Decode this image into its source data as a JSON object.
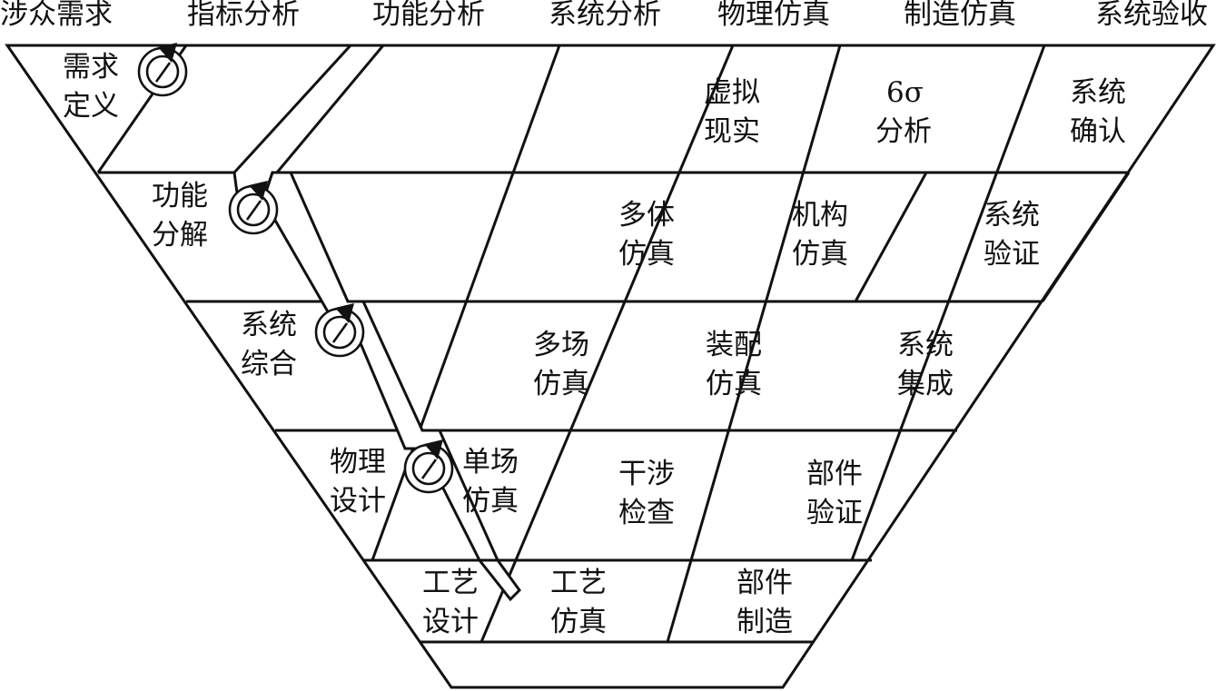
{
  "header": {
    "columns": [
      "涉众需求",
      "指标分析",
      "功能分析",
      "系统分析",
      "物理仿真",
      "制造仿真",
      "系统验收"
    ]
  },
  "levels": {
    "l1": {
      "define": [
        "需求",
        "定义"
      ],
      "vr": [
        "虚拟",
        "现实"
      ],
      "sigma": [
        "6σ",
        "分析"
      ],
      "confirm": [
        "系统",
        "确认"
      ]
    },
    "l2": {
      "decompose": [
        "功能",
        "分解"
      ],
      "multibody": [
        "多体",
        "仿真"
      ],
      "mechanism": [
        "机构",
        "仿真"
      ],
      "verify": [
        "系统",
        "验证"
      ]
    },
    "l3": {
      "synthesis": [
        "系统",
        "综合"
      ],
      "multifield": [
        "多场",
        "仿真"
      ],
      "assembly": [
        "装配",
        "仿真"
      ],
      "integrate": [
        "系统",
        "集成"
      ]
    },
    "l4": {
      "physical": [
        "物理",
        "设计"
      ],
      "singlefield": [
        "单场",
        "仿真"
      ],
      "interference": [
        "干涉",
        "检查"
      ],
      "part_verify": [
        "部件",
        "验证"
      ]
    },
    "l5": {
      "process_design": [
        "工艺",
        "设计"
      ],
      "process_sim": [
        "工艺",
        "仿真"
      ],
      "part_make": [
        "部件",
        "制造"
      ]
    }
  },
  "icons": [
    "cycle-icon",
    "cycle-icon",
    "cycle-icon",
    "cycle-icon"
  ]
}
